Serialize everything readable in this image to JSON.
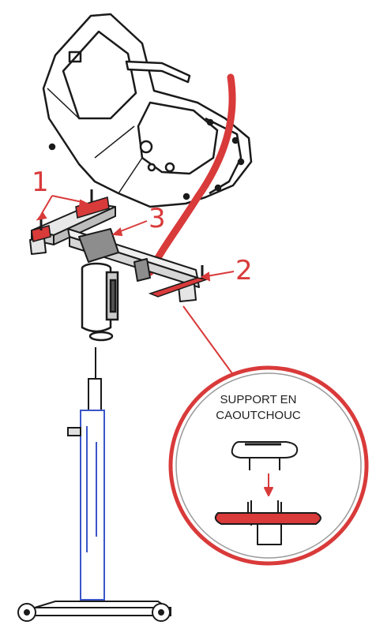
{
  "callouts": [
    {
      "id": "1",
      "label": "1"
    },
    {
      "id": "2",
      "label": "2"
    },
    {
      "id": "3",
      "label": "3"
    }
  ],
  "detail": {
    "title_line1": "SUPPORT EN",
    "title_line2": "CAOUTCHOUC"
  },
  "colors": {
    "accent": "#d93a3a",
    "line": "#1a1a1a",
    "stand": "#3b55c8",
    "circle_border": "#d93a3a"
  }
}
